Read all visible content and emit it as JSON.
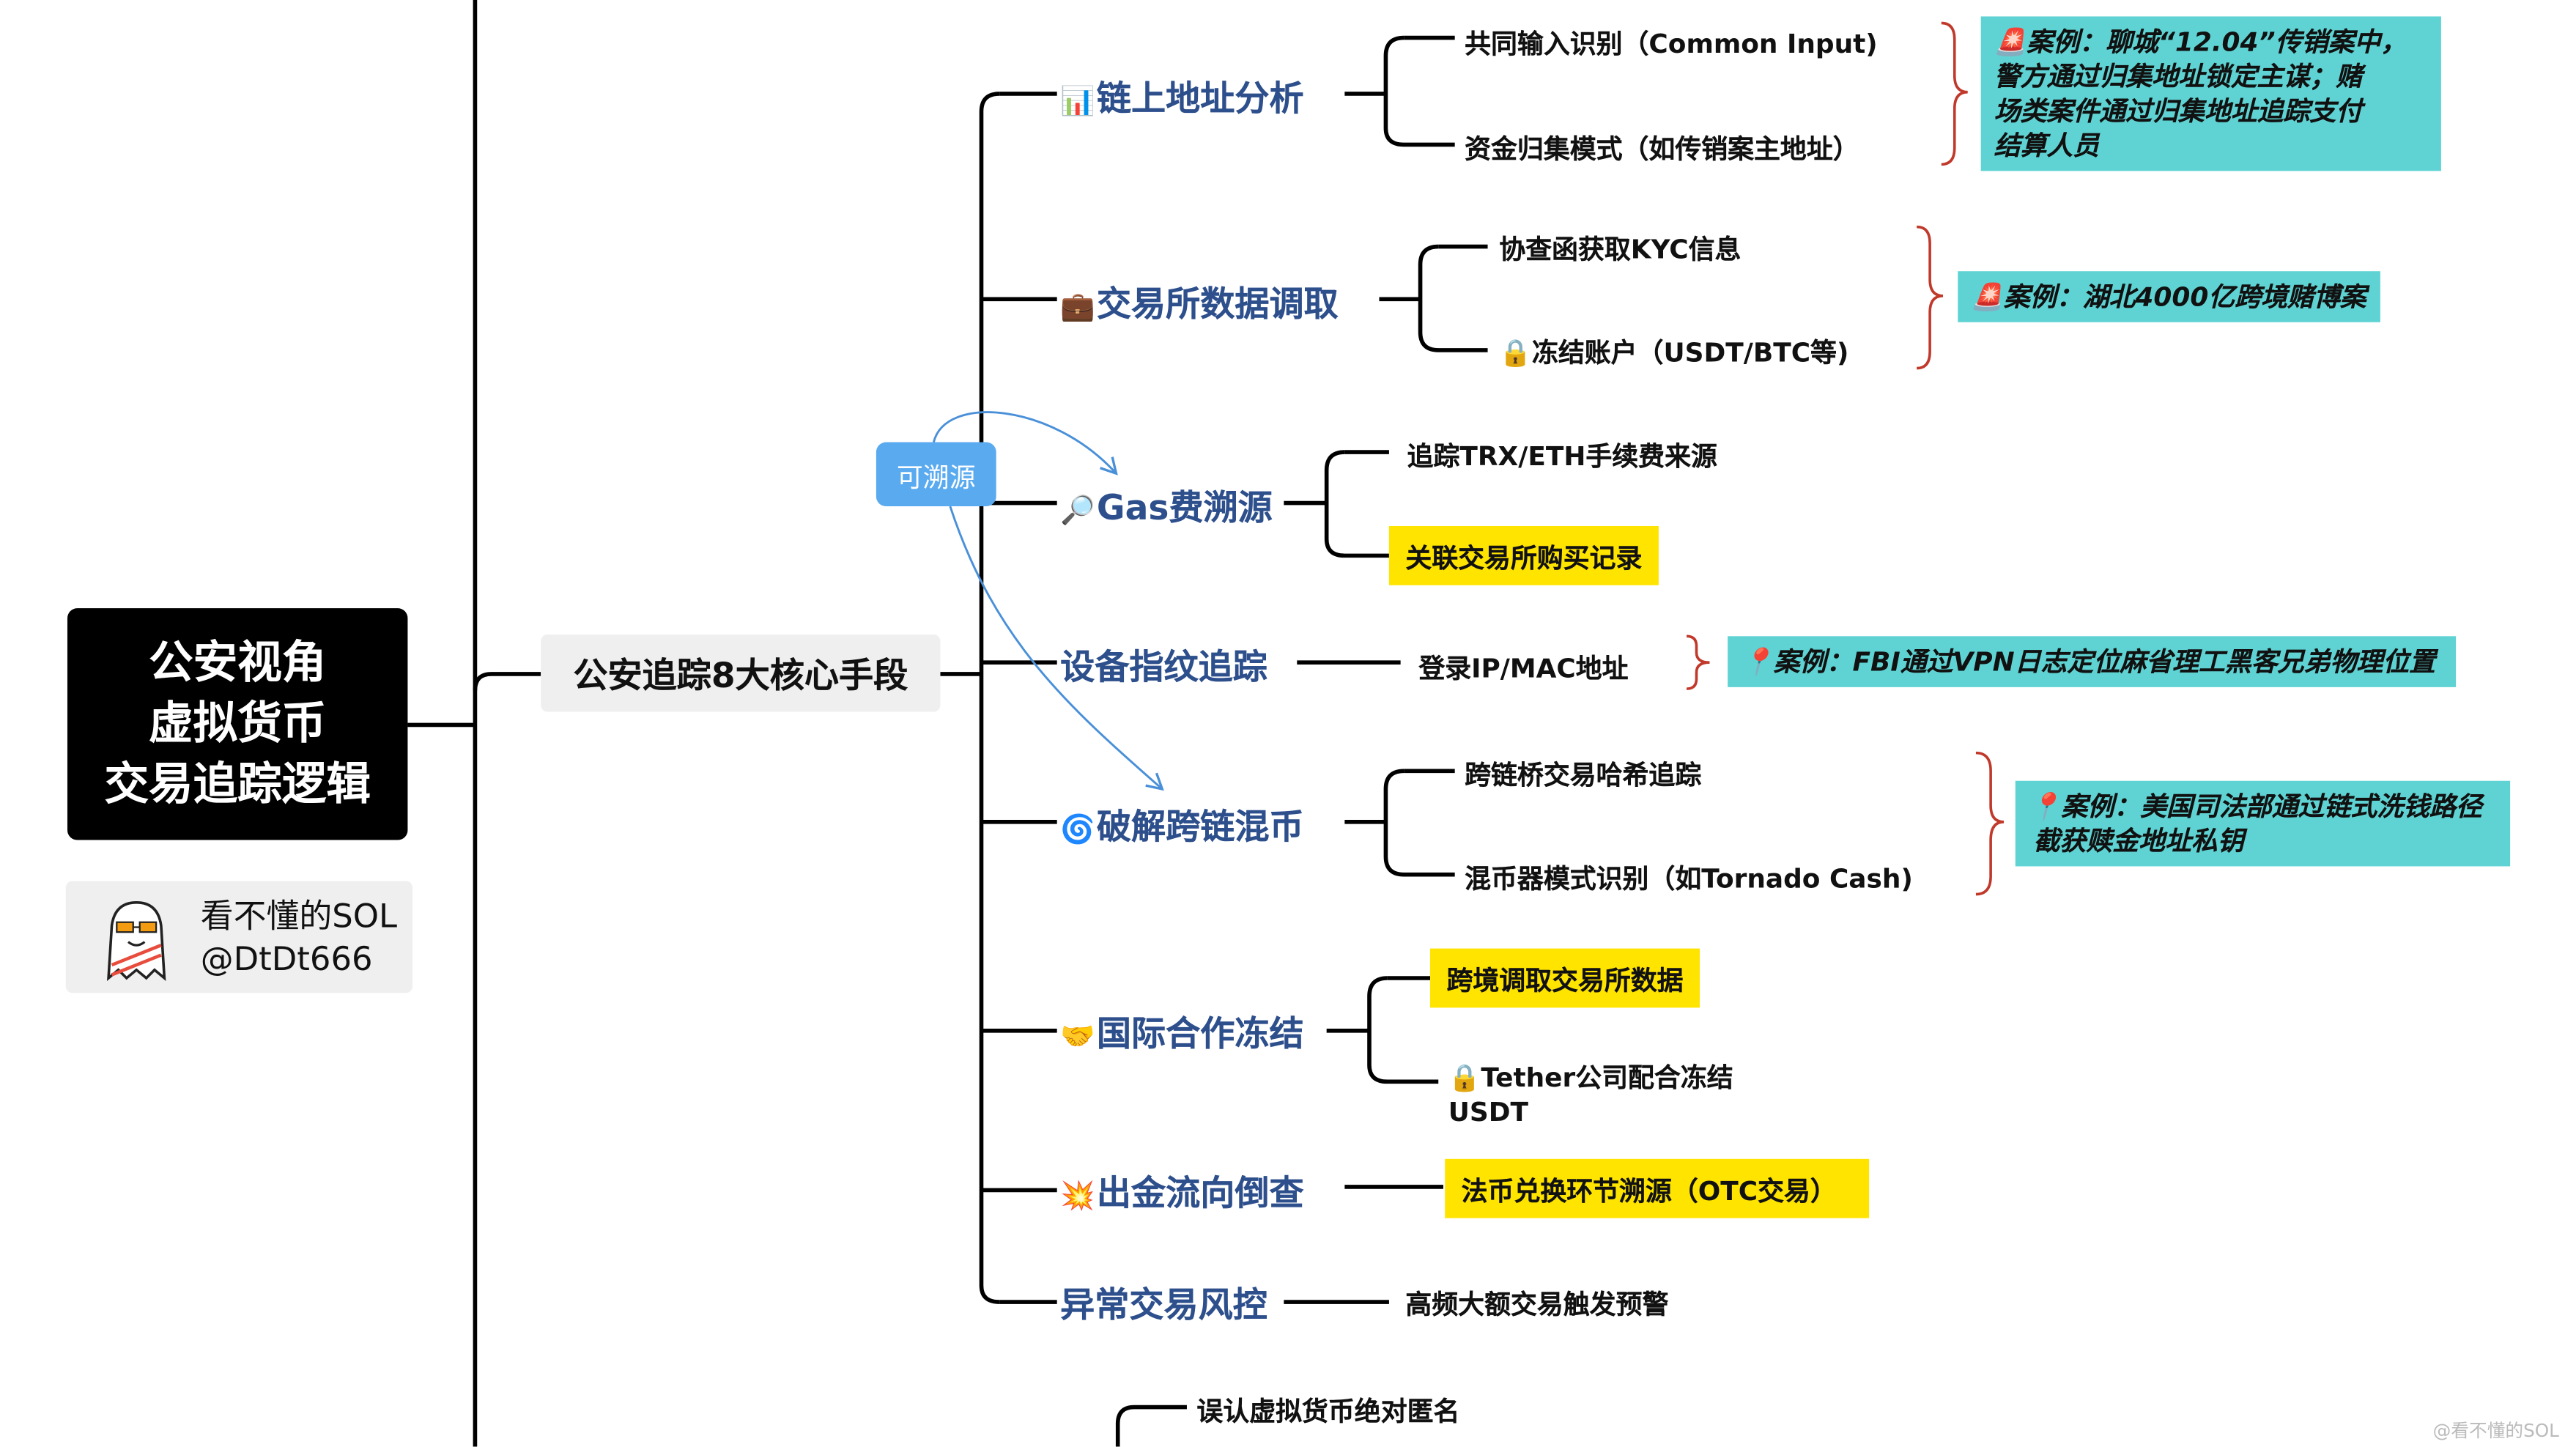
{
  "root": {
    "line1": "公安视角",
    "line2": "虚拟货币",
    "line3": "交易追踪逻辑"
  },
  "author": {
    "name": "看不懂的SOL",
    "handle": "@DtDt666"
  },
  "hub": {
    "label": "公安追踪8大核心手段"
  },
  "bubble": {
    "label": "可溯源"
  },
  "categories": [
    {
      "emoji": "📊",
      "label": "链上地址分析",
      "icon": "chart-icon",
      "leaves": [
        "共同输入识别（Common Input)",
        "资金归集模式（如传销案主地址）"
      ]
    },
    {
      "emoji": "💼",
      "label": "交易所数据调取",
      "icon": "briefcase-icon",
      "leaves": [
        "协查函获取KYC信息",
        "🔒冻结账户（USDT/BTC等)"
      ]
    },
    {
      "emoji": "🔎",
      "label": "Gas费溯源",
      "icon": "magnifier-icon",
      "leaves": [
        "追踪TRX/ETH手续费来源",
        "关联交易所购买记录"
      ]
    },
    {
      "emoji": "",
      "label": "设备指纹追踪",
      "leaves": [
        "登录IP/MAC地址"
      ]
    },
    {
      "emoji": "🌀",
      "label": "破解跨链混币",
      "icon": "cyclone-icon",
      "leaves": [
        "跨链桥交易哈希追踪",
        "混币器模式识别（如Tornado Cash)"
      ]
    },
    {
      "emoji": "🤝",
      "label": "国际合作冻结",
      "icon": "handshake-icon",
      "leaves": [
        "跨境调取交易所数据",
        "🔒Tether公司配合冻结",
        "USDT"
      ]
    },
    {
      "emoji": "💥",
      "label": "出金流向倒查",
      "icon": "collision-icon",
      "leaves": [
        "法币兑换环节溯源（OTC交易）"
      ]
    },
    {
      "emoji": "",
      "label": "异常交易风控",
      "leaves": [
        "高频大额交易触发预警"
      ]
    }
  ],
  "cases": [
    {
      "emoji": "🚨",
      "lines": [
        "案例：聊城“12.04”传销案中，",
        "警方通过归集地址锁定主谋；赌",
        "场类案件通过归集地址追踪支付",
        "结算人员"
      ]
    },
    {
      "emoji": "🚨",
      "lines": [
        "案例：湖北4000亿跨境赌博案"
      ]
    },
    {
      "emoji": "📍",
      "lines": [
        "案例：FBI通过VPN日志定位麻省理工黑客兄弟物理位置"
      ]
    },
    {
      "emoji": "📍",
      "lines": [
        "案例：美国司法部通过链式洗钱路径",
        "截获赎金地址私钥"
      ]
    }
  ],
  "bottom": {
    "label": "误认虚拟货币绝对匿名"
  },
  "watermark": "@看不懂的SOL",
  "colors": {
    "category_text": "#2d4f8c",
    "highlight": "#ffe400",
    "case_box": "#5fd3d3",
    "bubble": "#5aaaf0",
    "brace": "#c0392b"
  }
}
